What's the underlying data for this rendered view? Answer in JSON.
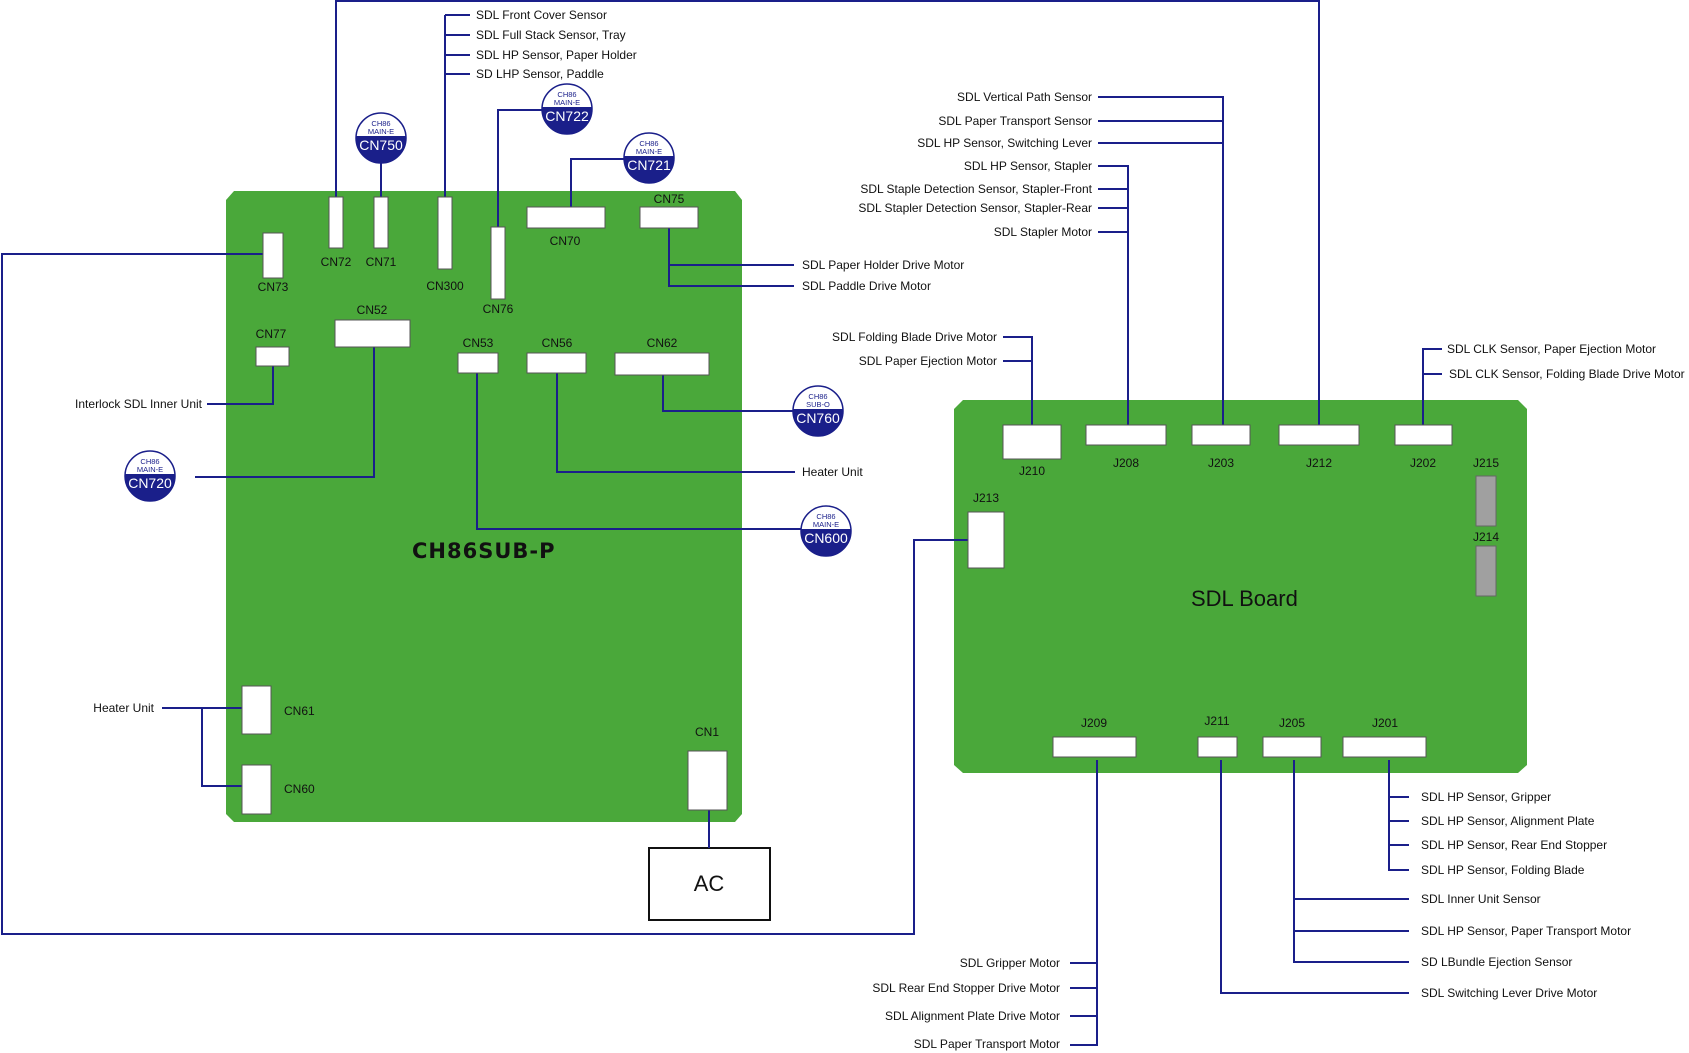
{
  "boards": {
    "left_title": "CH86SUB-P",
    "right_title": "SDL Board",
    "ac": "AC"
  },
  "left_connectors": {
    "cn72": "CN72",
    "cn71": "CN71",
    "cn300": "CN300",
    "cn76": "CN76",
    "cn70": "CN70",
    "cn75": "CN75",
    "cn73": "CN73",
    "cn77": "CN77",
    "cn52": "CN52",
    "cn53": "CN53",
    "cn56": "CN56",
    "cn62": "CN62",
    "cn61": "CN61",
    "cn60": "CN60",
    "cn1": "CN1"
  },
  "right_connectors": {
    "j210": "J210",
    "j208": "J208",
    "j203": "J203",
    "j212": "J212",
    "j202": "J202",
    "j215": "J215",
    "j214": "J214",
    "j213": "J213",
    "j209": "J209",
    "j211": "J211",
    "j205": "J205",
    "j201": "J201"
  },
  "badges": {
    "cn750": {
      "l1": "CH86",
      "l2": "MAIN-E",
      "code": "CN750"
    },
    "cn722": {
      "l1": "CH86",
      "l2": "MAIN-E",
      "code": "CN722"
    },
    "cn721": {
      "l1": "CH86",
      "l2": "MAIN-E",
      "code": "CN721"
    },
    "cn720": {
      "l1": "CH86",
      "l2": "MAIN-E",
      "code": "CN720"
    },
    "cn760": {
      "l1": "CH86",
      "l2": "SUB-O",
      "code": "CN760"
    },
    "cn600": {
      "l1": "CH86",
      "l2": "MAIN-E",
      "code": "CN600"
    }
  },
  "labels": {
    "front_cover": "SDL Front Cover Sensor",
    "full_stack": "SDL Full Stack Sensor, Tray",
    "hp_paper_holder": "SDL HP Sensor, Paper Holder",
    "lhp_paddle": "SD LHP Sensor, Paddle",
    "paper_holder_motor": "SDL Paper Holder Drive Motor",
    "paddle_motor": "SDL Paddle Drive Motor",
    "interlock": "Interlock SDL Inner Unit",
    "heater_right": "Heater Unit",
    "heater_left": "Heater Unit",
    "vertical_path": "SDL Vertical Path Sensor",
    "paper_transport_sensor": "SDL Paper Transport Sensor",
    "hp_switching_lever": "SDL HP Sensor, Switching Lever",
    "hp_stapler": "SDL HP Sensor, Stapler",
    "staple_detect_front": "SDL Staple Detection Sensor, Stapler-Front",
    "stapler_detect_rear": "SDL Stapler Detection Sensor, Stapler-Rear",
    "stapler_motor": "SDL Stapler Motor",
    "folding_blade_motor": "SDL Folding Blade Drive Motor",
    "paper_ejection_motor": "SDL Paper Ejection Motor",
    "clk_paper_ejection": "SDL CLK Sensor, Paper Ejection Motor",
    "clk_folding_blade": "SDL CLK Sensor, Folding Blade Drive Motor",
    "hp_gripper": "SDL HP Sensor, Gripper",
    "hp_alignment_plate": "SDL HP Sensor, Alignment Plate",
    "hp_rear_end_stopper": "SDL HP Sensor, Rear End Stopper",
    "hp_folding_blade": "SDL HP Sensor, Folding Blade",
    "inner_unit_sensor": "SDL Inner Unit Sensor",
    "hp_paper_transport_motor": "SDL HP Sensor, Paper Transport Motor",
    "lbundle_ejection": "SD LBundle Ejection Sensor",
    "switching_lever_motor": "SDL Switching Lever Drive Motor",
    "gripper_motor": "SDL Gripper Motor",
    "rear_end_stopper_motor": "SDL Rear End Stopper Drive Motor",
    "alignment_plate_motor": "SDL Alignment Plate Drive Motor",
    "paper_transport_motor": "SDL Paper Transport Motor"
  },
  "colors": {
    "board": "#4aa83a",
    "wire": "#1a1f8a",
    "badge": "#1a1f8a"
  }
}
